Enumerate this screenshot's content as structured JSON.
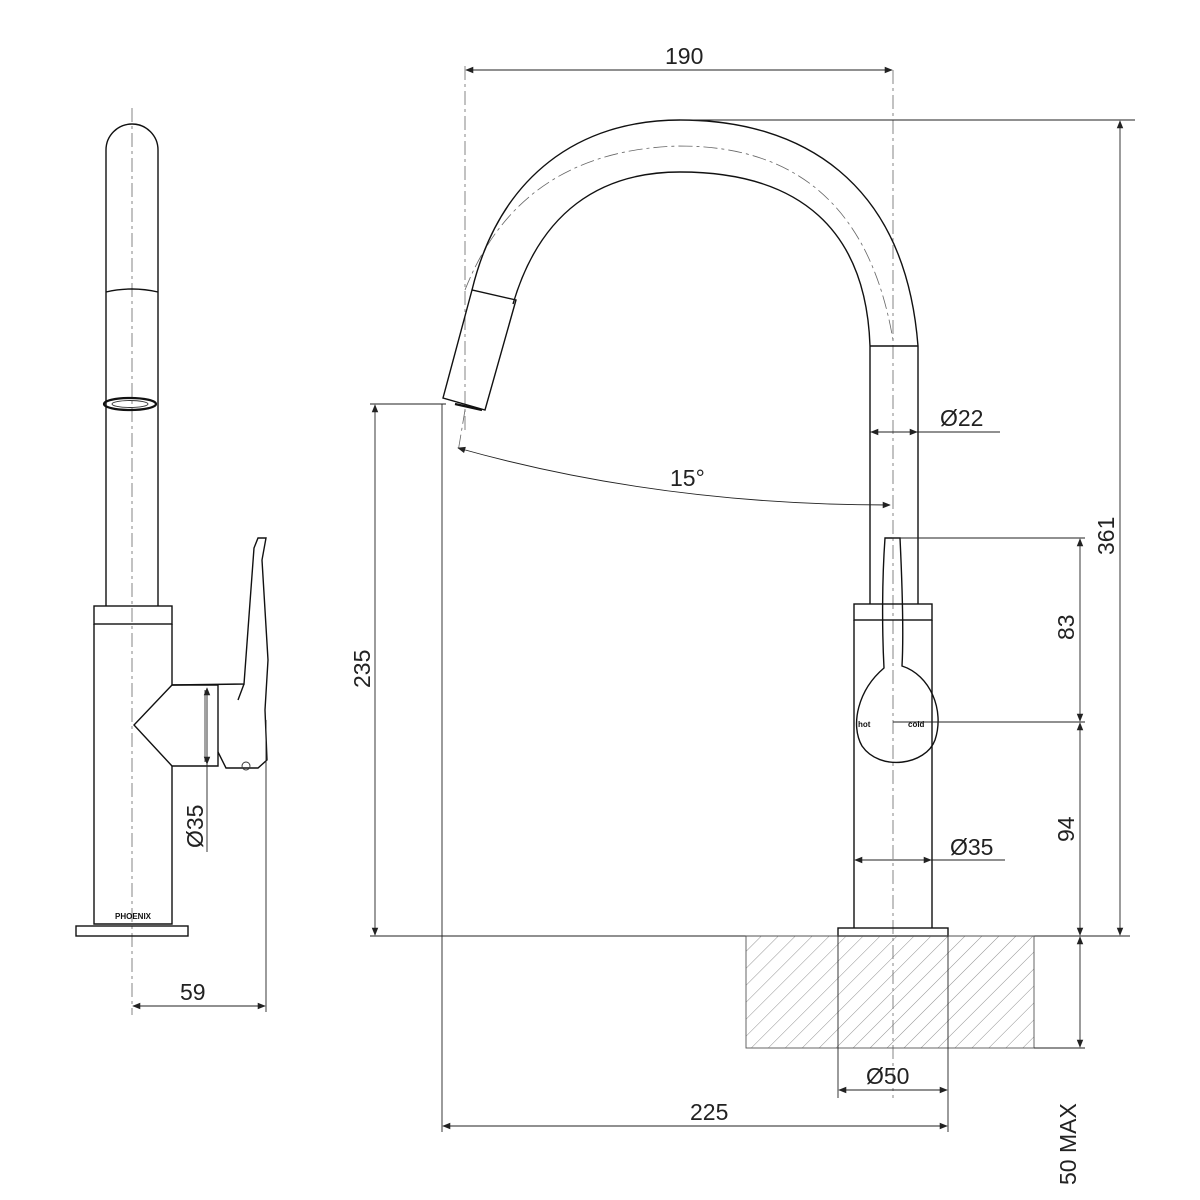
{
  "side_view": {
    "brand_label": "PHOENIX",
    "dim_body_diameter": "Ø35",
    "dim_depth": "59"
  },
  "front_view": {
    "dim_spout_reach_top": "190",
    "dim_total_height": "361",
    "dim_spout_diameter": "Ø22",
    "dim_spout_angle": "15°",
    "dim_outlet_height": "235",
    "dim_handle_height": "83",
    "dim_body_height": "94",
    "dim_body_diameter": "Ø35",
    "dim_base_diameter": "Ø50",
    "dim_overall_reach": "225",
    "dim_max_bench_thickness": "50 MAX",
    "handle_hot_label": "hot",
    "handle_cold_label": "cold"
  }
}
